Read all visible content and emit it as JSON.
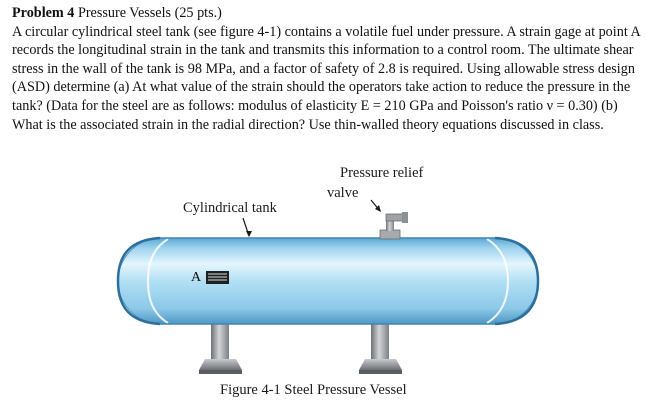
{
  "problem": {
    "heading": "Problem 4",
    "subtitle": "Pressure Vessels (25 pts.)",
    "text": "A circular cylindrical steel tank (see figure 4-1) contains a volatile fuel under pressure.  A strain gage at point A records the longitudinal strain in the tank and transmits this information to a control room.  The ultimate shear stress in the wall of the tank is 98 MPa, and a factor of safety of 2.8 is required.  Using allowable stress design (ASD) determine (a) At what value of the strain should the operators take action to reduce the pressure in the tank? (Data for the steel are as follows: modulus of elasticity E = 210 GPa and Poisson's ratio ν = 0.30) (b) What is the associated strain in the radial direction?  Use thin-walled theory equations discussed in class."
  },
  "figure": {
    "labels": {
      "cylindrical_tank": "Cylindrical tank",
      "relief_line1": "Pressure relief",
      "relief_line2": "valve",
      "point_a": "A"
    },
    "caption": "Figure 4-1 Steel Pressure Vessel",
    "colors": {
      "tank_fill": "#9ed3ee",
      "tank_highlight": "#e4f5fd",
      "tank_shadow": "#5ea8d2",
      "tank_outline": "#2c6f9c",
      "support": "#9ea0a4",
      "support_dark": "#55585c"
    }
  }
}
